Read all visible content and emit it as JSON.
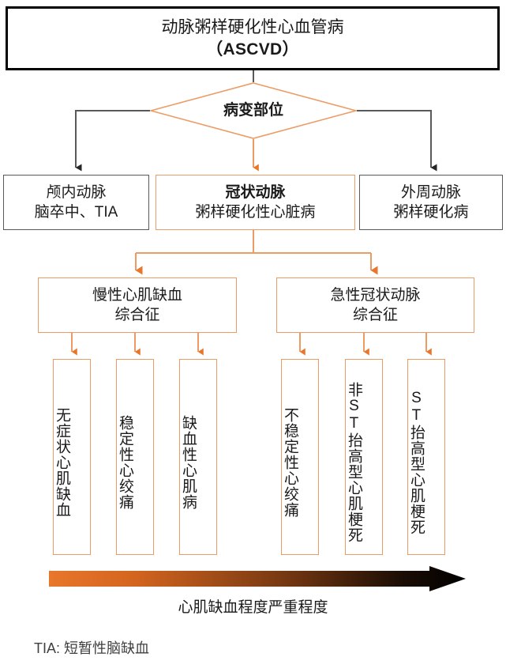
{
  "colors": {
    "accent_orange": "#ED9B64",
    "arrow_orange": "#E8762C",
    "gray_border": "#595959",
    "black": "#000000",
    "text": "#1a1a1a"
  },
  "root": {
    "line1": "动脉粥样硬化性心血管病",
    "line2": "（ASCVD）"
  },
  "decision": {
    "label": "病变部位"
  },
  "level2": [
    {
      "key": "cerebral",
      "line1": "颅内动脉",
      "line2": "脑卒中、TIA",
      "highlighted": false
    },
    {
      "key": "coronary",
      "line1": "冠状动脉",
      "line2": "粥样硬化性心脏病",
      "highlighted": true
    },
    {
      "key": "peripheral",
      "line1": "外周动脉",
      "line2": "粥样硬化病",
      "highlighted": false
    }
  ],
  "level3": [
    {
      "key": "chronic",
      "line1": "慢性心肌缺血",
      "line2": "综合征"
    },
    {
      "key": "acute",
      "line1": "急性冠状动脉",
      "line2": "综合征"
    }
  ],
  "level4": [
    {
      "key": "silent",
      "label": "无症状心肌缺血"
    },
    {
      "key": "stable",
      "label": "稳定性心绞痛"
    },
    {
      "key": "ischemic",
      "label": "缺血性心肌病"
    },
    {
      "key": "unstable",
      "label": "不稳定性心绞痛"
    },
    {
      "key": "nstemi",
      "label": "非ST抬高型心肌梗死"
    },
    {
      "key": "stemi",
      "label": "ST抬高型心肌梗死"
    }
  ],
  "severity": {
    "caption": "心肌缺血程度严重程度",
    "gradient_start": "#E8762C",
    "gradient_end": "#000000"
  },
  "footnote": {
    "text": "TIA: 短暂性脑缺血"
  }
}
